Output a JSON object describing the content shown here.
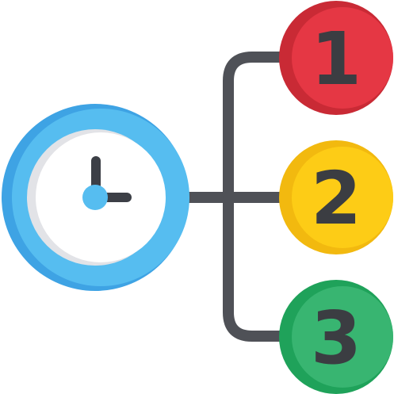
{
  "icon": {
    "clock_icon": "clock-icon",
    "badges": [
      {
        "label": "1",
        "color": "#e53744",
        "shade": "#c92a35"
      },
      {
        "label": "2",
        "color": "#fdcc16",
        "shade": "#f2b90f"
      },
      {
        "label": "3",
        "color": "#38b571",
        "shade": "#1fa25a"
      }
    ],
    "colors": {
      "clock_outer": "#3ea3e4",
      "clock_ring": "#56bdf0",
      "clock_face": "#ffffff",
      "clock_face_shadow": "#e2e3e7",
      "hands": "#3c3f46",
      "center_dot": "#56bdf0",
      "connector": "#4f5157",
      "digits": "#3b3d42"
    }
  }
}
